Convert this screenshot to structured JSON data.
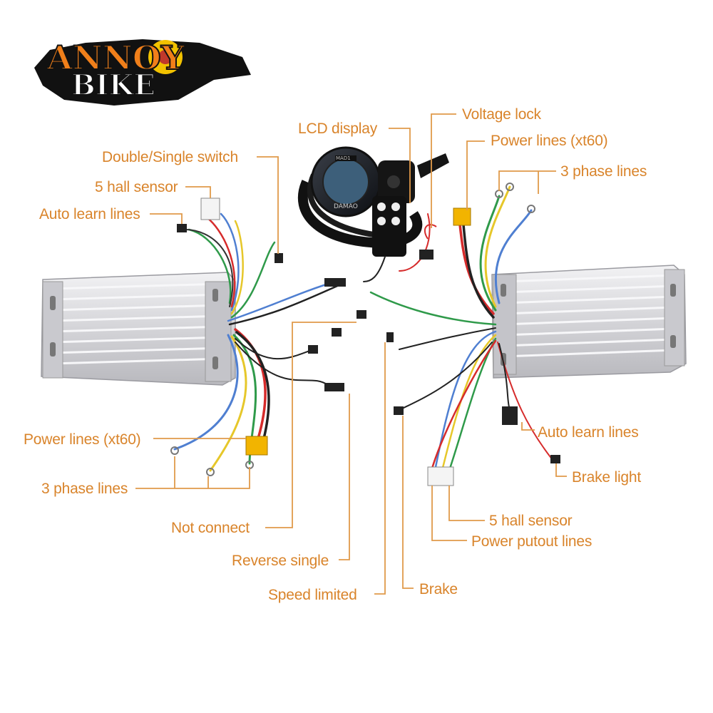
{
  "logo": {
    "line1": "ANNOY",
    "line2": "BIKE"
  },
  "labels": {
    "lcd_display": "LCD display",
    "voltage_lock": "Voltage lock",
    "power_lines_right": "Power lines (xt60)",
    "three_phase_right": "3 phase lines",
    "double_single_switch": "Double/Single switch",
    "five_hall_left": "5 hall sensor",
    "auto_learn_left": "Auto learn lines",
    "power_lines_left": "Power lines (xt60)",
    "three_phase_left": "3 phase lines",
    "not_connect": "Not connect",
    "reverse_single": "Reverse single",
    "speed_limited": "Speed limited",
    "brake": "Brake",
    "auto_learn_right": "Auto learn lines",
    "brake_light": "Brake light",
    "five_hall_right": "5 hall sensor",
    "power_putout": "Power putout lines"
  },
  "display_unit": {
    "brand": "DAMAO",
    "model": "MAD1"
  },
  "colors": {
    "label": "#d9842b",
    "leader": "#e09a4a",
    "controller_body": "#d9d9dd",
    "wire_red": "#d62b2b",
    "wire_yellow": "#e6c72a",
    "wire_green": "#2f9a4a",
    "wire_blue": "#4f7fd1",
    "wire_black": "#222222",
    "xt60": "#f2b400"
  }
}
